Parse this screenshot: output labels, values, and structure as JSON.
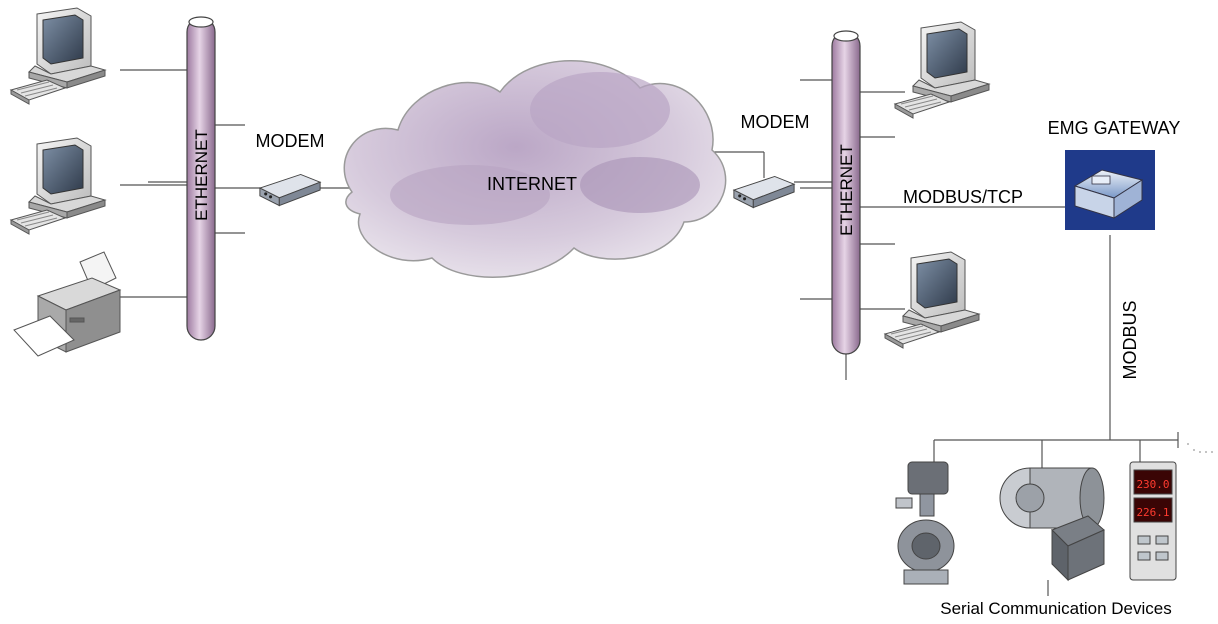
{
  "labels": {
    "ethernet_left": "ETHERNET",
    "ethernet_right": "ETHERNET",
    "modem_left": "MODEM",
    "modem_right": "MODEM",
    "internet": "INTERNET",
    "emg_gateway": "EMG GATEWAY",
    "modbus_tcp": "MODBUS/TCP",
    "modbus": "MODBUS",
    "serial_devices": "Serial Communication Devices",
    "display_top": "230.0",
    "display_bottom": "226.1"
  },
  "colors": {
    "ethernet_pipe": "#c8a8c8",
    "cloud": "#c9b8d0",
    "line": "#555555"
  },
  "icons": [
    "computer-icon",
    "printer-icon",
    "modem-icon",
    "cloud-icon",
    "gateway-icon",
    "valve-actuator-icon",
    "motor-icon",
    "meter-icon"
  ]
}
